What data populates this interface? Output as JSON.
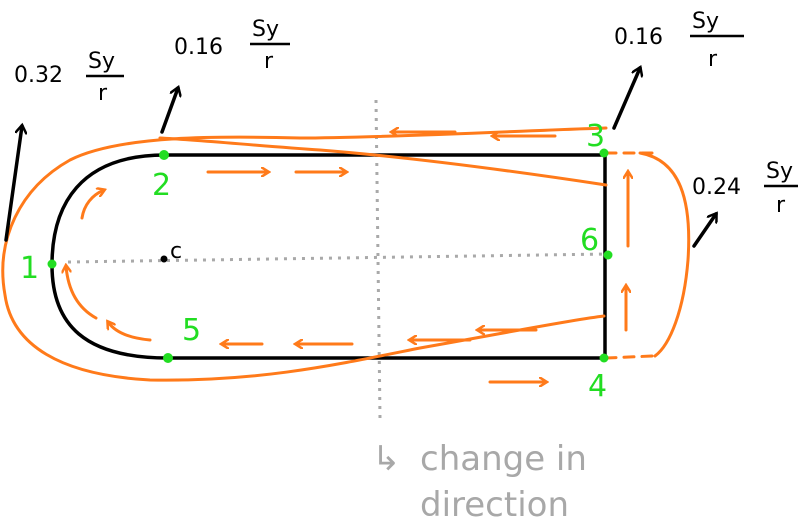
{
  "diagram": {
    "points": [
      "1",
      "2",
      "3",
      "4",
      "5",
      "6"
    ],
    "centroid_label": "c",
    "stresses": {
      "s1": {
        "coef": "0.32",
        "num": "Sy",
        "den": "r"
      },
      "s2": {
        "coef": "0.16",
        "num": "Sy",
        "den": "r"
      },
      "s3": {
        "coef": "0.16",
        "num": "Sy",
        "den": "r"
      },
      "s4": {
        "coef": "0.24",
        "num": "Sy",
        "den": "r"
      }
    },
    "annotation": {
      "arrow": "↳",
      "line1": "change in",
      "line2": "direction"
    },
    "colors": {
      "section": "#000000",
      "stress": "#ff7a1a",
      "points": "#22dd22",
      "guides": "#a9a9a9"
    }
  }
}
